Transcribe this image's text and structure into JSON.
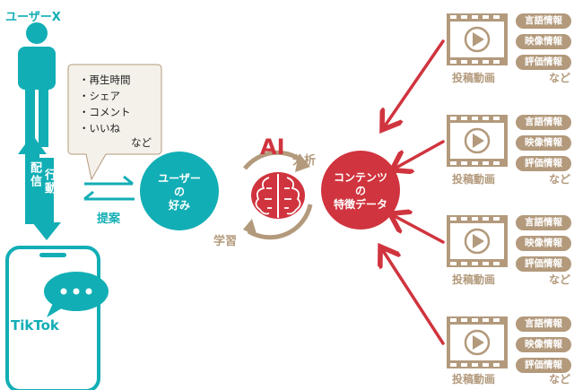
{
  "user_label": "ユーザーX",
  "bubble": {
    "items": [
      "・再生時間",
      "・シェア",
      "・コメント",
      "・いいね"
    ],
    "more": "など"
  },
  "haishin": "配信",
  "koudou": "行動",
  "teian": "提案",
  "app_name": "TikTok",
  "user_pref": [
    "ユーザー",
    "の",
    "好み"
  ],
  "ai": "AI",
  "bunseki": "分析",
  "gakushu": "学習",
  "content_features": [
    "コンテンツ",
    "の",
    "特徴データ"
  ],
  "posts": [
    {
      "label": "投稿動画",
      "more": "など",
      "tags": [
        "言語情報",
        "映像情報",
        "評価情報"
      ]
    },
    {
      "label": "投稿動画",
      "more": "など",
      "tags": [
        "言語情報",
        "映像情報",
        "評価情報"
      ]
    },
    {
      "label": "投稿動画",
      "more": "など",
      "tags": [
        "言語情報",
        "映像情報",
        "評価情報"
      ]
    },
    {
      "label": "投稿動画",
      "more": "など",
      "tags": [
        "言語情報",
        "映像情報",
        "評価情報"
      ]
    }
  ],
  "colors": {
    "teal": "#12aeb5",
    "red": "#d0343e",
    "tan": "#b39a7c",
    "bubble_bg": "#f4f1ea"
  }
}
